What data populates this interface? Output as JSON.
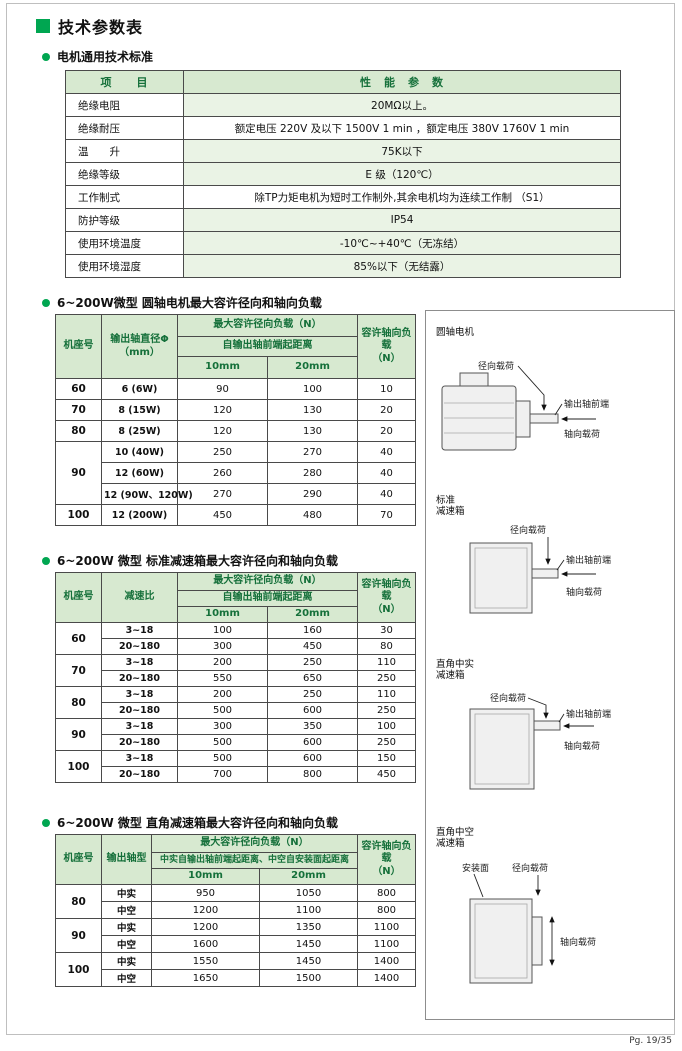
{
  "colors": {
    "accent": "#00a651",
    "table_header_bg": "#d7e9d0",
    "table_header_text": "#15703a"
  },
  "page": {
    "title": "技术参数表",
    "footer": "Pg. 19/35"
  },
  "section1": {
    "heading": "电机通用技术标准",
    "table": {
      "header": {
        "item": "项　　目",
        "value": "性　能　参　数"
      },
      "rows": [
        {
          "item": "绝缘电阻",
          "value": "20MΩ以上。",
          "shaded": true
        },
        {
          "item": "绝缘耐压",
          "value": "额定电压 220V 及以下  1500V 1 min ，额定电压 380V  1760V 1 min",
          "shaded": false
        },
        {
          "item": "温　　升",
          "value": "75K以下",
          "shaded": true
        },
        {
          "item": "绝缘等级",
          "value": "E 级（120℃）",
          "shaded": true
        },
        {
          "item": "工作制式",
          "value": "除TP力矩电机为短时工作制外,其余电机均为连续工作制 （S1）",
          "shaded": false
        },
        {
          "item": "防护等级",
          "value": "IP54",
          "shaded": true
        },
        {
          "item": "使用环境温度",
          "value": "-10℃~+40℃（无冻结）",
          "shaded": true
        },
        {
          "item": "使用环境湿度",
          "value": "85%以下（无结露）",
          "shaded": true
        }
      ]
    }
  },
  "section2": {
    "heading": "6~200W微型 圆轴电机最大容许径向和轴向负载",
    "table": {
      "header": {
        "frame": "机座号",
        "col2": "输出轴直径Φ\n（mm）",
        "radial": "最大容许径向负载（N）",
        "distance": "自输出轴前端起距离",
        "d10": "10mm",
        "d20": "20mm",
        "axial": "容许轴向负载\n（N）"
      },
      "groups": [
        {
          "frame": "60",
          "rows": [
            {
              "c2": "6 (6W)",
              "r10": "90",
              "r20": "100",
              "ax": "10"
            }
          ]
        },
        {
          "frame": "70",
          "rows": [
            {
              "c2": "8 (15W)",
              "r10": "120",
              "r20": "130",
              "ax": "20"
            }
          ]
        },
        {
          "frame": "80",
          "rows": [
            {
              "c2": "8 (25W)",
              "r10": "120",
              "r20": "130",
              "ax": "20"
            }
          ]
        },
        {
          "frame": "90",
          "rows": [
            {
              "c2": "10 (40W)",
              "r10": "250",
              "r20": "270",
              "ax": "40"
            },
            {
              "c2": "12 (60W)",
              "r10": "260",
              "r20": "280",
              "ax": "40"
            },
            {
              "c2": "12 (90W、120W)",
              "r10": "270",
              "r20": "290",
              "ax": "40"
            }
          ]
        },
        {
          "frame": "100",
          "rows": [
            {
              "c2": "12 (200W)",
              "r10": "450",
              "r20": "480",
              "ax": "70"
            }
          ]
        }
      ]
    }
  },
  "section3": {
    "heading": "6~200W 微型 标准减速箱最大容许径向和轴向负载",
    "table": {
      "header": {
        "frame": "机座号",
        "col2": "减速比",
        "radial": "最大容许径向负载（N）",
        "distance": "自输出轴前端起距离",
        "d10": "10mm",
        "d20": "20mm",
        "axial": "容许轴向负载\n（N）"
      },
      "groups": [
        {
          "frame": "60",
          "rows": [
            {
              "c2": "3~18",
              "r10": "100",
              "r20": "160",
              "ax": "30"
            },
            {
              "c2": "20~180",
              "r10": "300",
              "r20": "450",
              "ax": "80"
            }
          ]
        },
        {
          "frame": "70",
          "rows": [
            {
              "c2": "3~18",
              "r10": "200",
              "r20": "250",
              "ax": "110"
            },
            {
              "c2": "20~180",
              "r10": "550",
              "r20": "650",
              "ax": "250"
            }
          ]
        },
        {
          "frame": "80",
          "rows": [
            {
              "c2": "3~18",
              "r10": "200",
              "r20": "250",
              "ax": "110"
            },
            {
              "c2": "20~180",
              "r10": "500",
              "r20": "600",
              "ax": "250"
            }
          ]
        },
        {
          "frame": "90",
          "rows": [
            {
              "c2": "3~18",
              "r10": "300",
              "r20": "350",
              "ax": "100"
            },
            {
              "c2": "20~180",
              "r10": "500",
              "r20": "600",
              "ax": "250"
            }
          ]
        },
        {
          "frame": "100",
          "rows": [
            {
              "c2": "3~18",
              "r10": "500",
              "r20": "600",
              "ax": "150"
            },
            {
              "c2": "20~180",
              "r10": "700",
              "r20": "800",
              "ax": "450"
            }
          ]
        }
      ]
    }
  },
  "section4": {
    "heading": "6~200W 微型 直角减速箱最大容许径向和轴向负载",
    "table": {
      "header": {
        "frame": "机座号",
        "col2": "输出轴型",
        "radial": "最大容许径向负载（N）",
        "distance": "中实自输出轴前端起距离、中空自安装面起距离",
        "d10": "10mm",
        "d20": "20mm",
        "axial": "容许轴向负载\n（N）"
      },
      "groups": [
        {
          "frame": "80",
          "rows": [
            {
              "c2": "中实",
              "r10": "950",
              "r20": "1050",
              "ax": "800"
            },
            {
              "c2": "中空",
              "r10": "1200",
              "r20": "1100",
              "ax": "800"
            }
          ]
        },
        {
          "frame": "90",
          "rows": [
            {
              "c2": "中实",
              "r10": "1200",
              "r20": "1350",
              "ax": "1100"
            },
            {
              "c2": "中空",
              "r10": "1600",
              "r20": "1450",
              "ax": "1100"
            }
          ]
        },
        {
          "frame": "100",
          "rows": [
            {
              "c2": "中实",
              "r10": "1550",
              "r20": "1450",
              "ax": "1400"
            },
            {
              "c2": "中空",
              "r10": "1650",
              "r20": "1500",
              "ax": "1400"
            }
          ]
        }
      ]
    }
  },
  "diagrams": {
    "d1": {
      "title": "圆轴电机",
      "radial": "径向载荷",
      "front": "输出轴前端",
      "axial": "轴向载荷"
    },
    "d2": {
      "title_l1": "标准",
      "title_l2": "减速箱",
      "radial": "径向载荷",
      "front": "输出轴前端",
      "axial": "轴向载荷"
    },
    "d3": {
      "title_l1": "直角中实",
      "title_l2": "减速箱",
      "radial": "径向载荷",
      "front": "输出轴前端",
      "axial": "轴向载荷"
    },
    "d4": {
      "title_l1": "直角中空",
      "title_l2": "减速箱",
      "mount": "安装面",
      "radial": "径向载荷",
      "axial": "轴向载荷"
    }
  }
}
